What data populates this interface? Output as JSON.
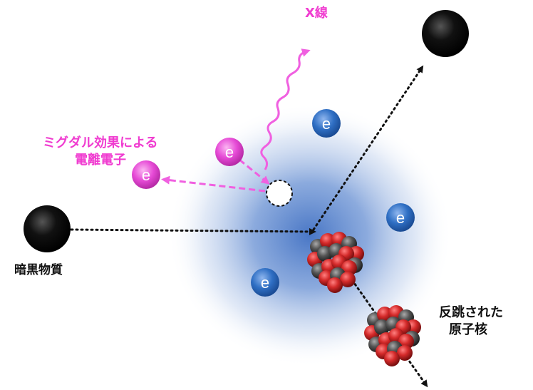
{
  "labels": {
    "xray": "X線",
    "migdal_line1": "ミグダル効果による",
    "migdal_line2": "電離電子",
    "dark_matter": "暗黒物質",
    "recoil_line1": "反跳された",
    "recoil_line2": "原子核"
  },
  "electron_symbol": "e",
  "colors": {
    "pink_label": "#f03cd0",
    "pink_path": "#f060e0",
    "electron_blue": "#2f6fc4",
    "electron_pink": "#e64ad6",
    "cloud_blue": "#4a78c8",
    "nucleon_red": "#d42a2a",
    "nucleon_gray": "#555555",
    "particle_black": "#000000"
  }
}
